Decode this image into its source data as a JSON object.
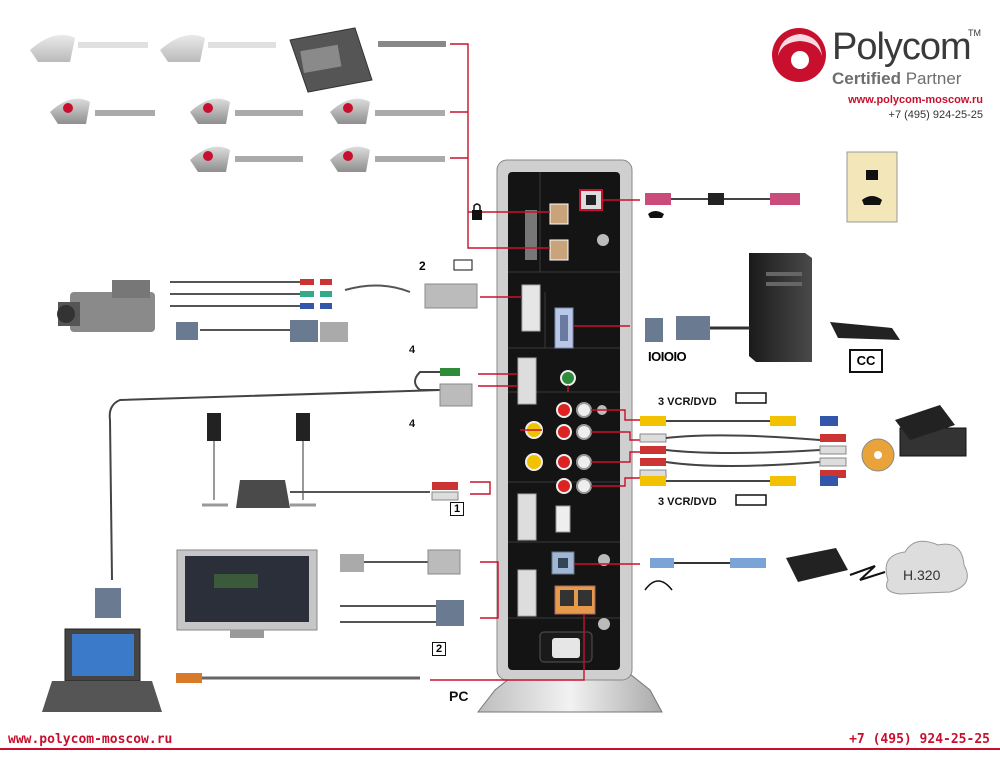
{
  "brand": {
    "wordmark": "Polycom",
    "trademark": "TM",
    "certified_prefix": "Certified",
    "certified_suffix": " Partner",
    "website": "www.polycom-moscow.ru",
    "phone": "+7 (495) 924-25-25",
    "accent_color": "#c8102e"
  },
  "footer": {
    "website": "www.polycom-moscow.ru",
    "phone": "+7 (495) 924-25-25"
  },
  "labels": {
    "vcr_top": "3 VCR/DVD",
    "vcr_bottom": "3 VCR/DVD",
    "camera_input": "2",
    "audio_in_4": "4",
    "audio_out_4": "4",
    "box_1": "1",
    "box_2": "2",
    "pc_label": "PC",
    "serial_label": "IOIOIO",
    "cc_label": "CC",
    "isdn_label": "H.320"
  },
  "icons": {
    "phone": "phone-icon",
    "lock": "lock-icon",
    "camera": "camera-icon",
    "audio": "audio-icon",
    "monitor": "monitor-icon"
  }
}
